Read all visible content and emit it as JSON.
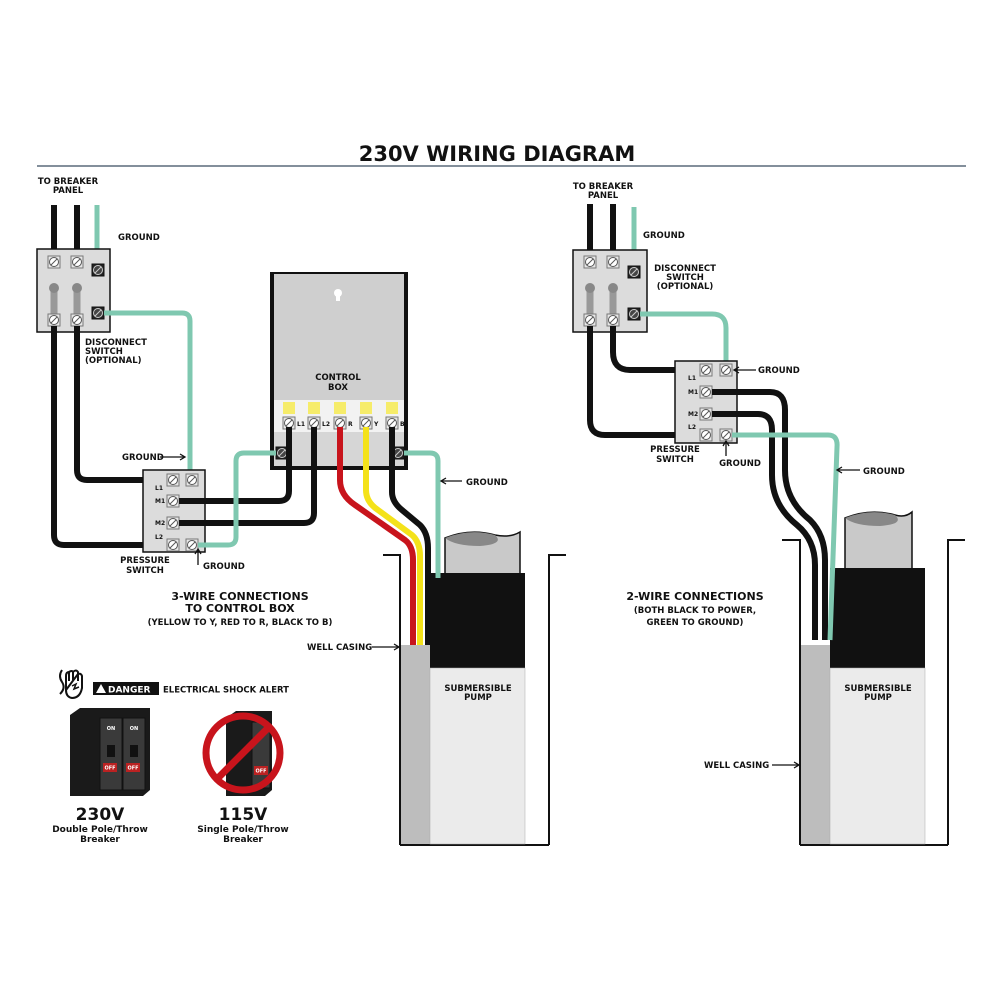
{
  "title": "230V WIRING DIAGRAM",
  "colors": {
    "ground_wire": "#7fc8b0",
    "hot_wire": "#111111",
    "red_wire": "#c8141c",
    "yellow_wire": "#f4e21a",
    "danger_red": "#c8141c"
  },
  "three_wire": {
    "to_breaker_line1": "TO BREAKER",
    "to_breaker_line2": "PANEL",
    "ground_top": "GROUND",
    "disconnect_line1": "DISCONNECT",
    "disconnect_line2": "SWITCH",
    "disconnect_line3": "(OPTIONAL)",
    "ground_ps_in": "GROUND",
    "ground_ps_out": "GROUND",
    "pressure_line1": "PRESSURE",
    "pressure_line2": "SWITCH",
    "ps_terminals": [
      "L1",
      "M1",
      "M2",
      "L2"
    ],
    "control_box_line1": "CONTROL",
    "control_box_line2": "BOX",
    "cb_terminals": [
      "L1",
      "L2",
      "R",
      "Y",
      "B"
    ],
    "ground_cb": "GROUND",
    "well_casing": "WELL CASING",
    "pump_line1": "SUBMERSIBLE",
    "pump_line2": "PUMP",
    "caption_line1": "3-WIRE CONNECTIONS",
    "caption_line2": "TO CONTROL BOX",
    "caption_line3": "(YELLOW TO Y, RED TO R, BLACK TO B)"
  },
  "two_wire": {
    "to_breaker_line1": "TO BREAKER",
    "to_breaker_line2": "PANEL",
    "ground_top": "GROUND",
    "disconnect_line1": "DISCONNECT",
    "disconnect_line2": "SWITCH",
    "disconnect_line3": "(OPTIONAL)",
    "ground_ps_in": "GROUND",
    "ground_ps_out": "GROUND",
    "pressure_line1": "PRESSURE",
    "pressure_line2": "SWITCH",
    "ps_terminals": [
      "L1",
      "M1",
      "M2",
      "L2"
    ],
    "ground_wire": "GROUND",
    "well_casing": "WELL CASING",
    "pump_line1": "SUBMERSIBLE",
    "pump_line2": "PUMP",
    "caption_line1": "2-WIRE CONNECTIONS",
    "caption_line2": "(BOTH BLACK TO POWER,",
    "caption_line3": "GREEN TO GROUND)"
  },
  "danger": {
    "badge": "DANGER",
    "alert": "ELECTRICAL SHOCK ALERT",
    "breaker_on": "ON",
    "breaker_off": "OFF",
    "double": {
      "voltage": "230V",
      "line1": "Double Pole/Throw",
      "line2": "Breaker"
    },
    "single": {
      "voltage": "115V",
      "line1": "Single Pole/Throw",
      "line2": "Breaker"
    }
  }
}
